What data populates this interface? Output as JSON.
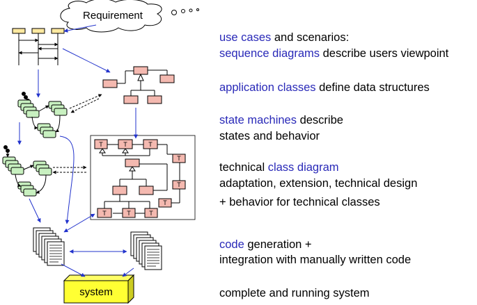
{
  "diagram": {
    "cloud_label": "Requirement",
    "system_label": "system",
    "tech_class_marker": "T",
    "colors": {
      "class_fill": "#f4b9b0",
      "state_fill": "#c8f0c0",
      "lifeline_fill": "#ffe9a0",
      "system_fill": "#ffff33",
      "arrow": "#2233cc",
      "line": "#000000"
    }
  },
  "captions": {
    "c1": {
      "kw1": "use cases",
      "t1": " and scenarios:"
    },
    "c2": {
      "kw1": "sequence diagrams",
      "t1": " describe users viewpoint"
    },
    "c3": {
      "kw1": "application classes",
      "t1": " define data structures"
    },
    "c4": {
      "kw1": "state machines",
      "t1": " describe"
    },
    "c5": {
      "t1": "states and behavior"
    },
    "c6": {
      "t1": "technical ",
      "kw1": "class diagram"
    },
    "c7": {
      "t1": "adaptation, extension, technical design"
    },
    "c8": {
      "t1": "+ behavior for technical classes"
    },
    "c9": {
      "kw1": "code",
      "t1": " generation +"
    },
    "c10": {
      "t1": "integration with manually written code"
    },
    "c11": {
      "t1": "complete and running system"
    }
  }
}
